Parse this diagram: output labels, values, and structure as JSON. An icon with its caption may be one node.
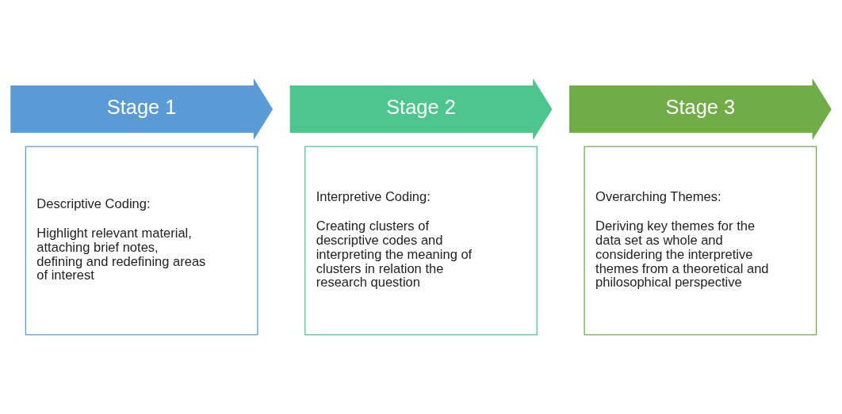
{
  "diagram": {
    "nodes": [
      {
        "text": [
          "Stage 1"
        ]
      },
      {
        "text": [
          "Descriptive Coding:",
          "Highlight relevant material, attaching brief notes, defining and redefining areas of interest"
        ]
      },
      {
        "text": [
          "Stage 2"
        ]
      },
      {
        "text": [
          "Interpretive Coding:",
          "Creating clusters of descriptive codes and interpreting the meaning of clusters in relation the research question"
        ]
      },
      {
        "text": [
          "Stage 3"
        ]
      },
      {
        "text": [
          "Overarching Themes:",
          "Deriving key themes for the data set as whole and considering the interpretive themes from a theoretical and philosophical perspective"
        ]
      }
    ],
    "edges": []
  }
}
